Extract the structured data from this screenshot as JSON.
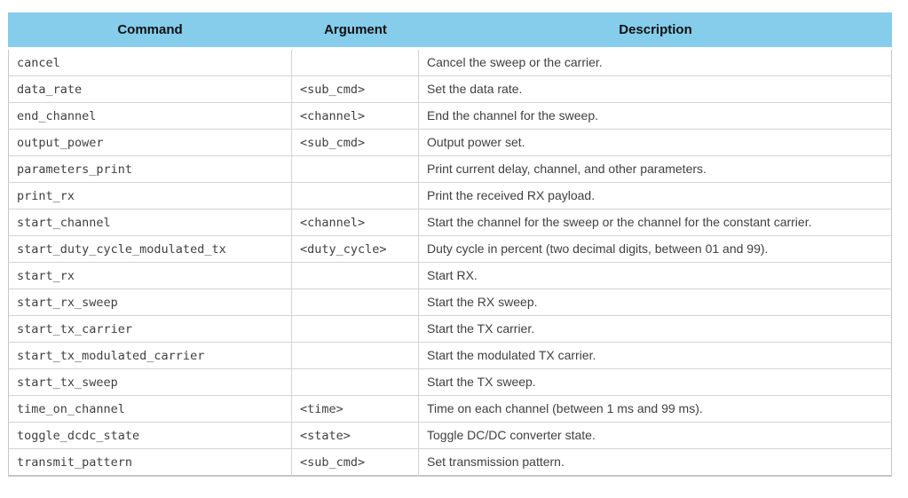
{
  "table": {
    "header_bg": "#85cdeb",
    "border_color": "#d4d4d4",
    "text_color": "#404040",
    "columns": [
      {
        "key": "command",
        "label": "Command"
      },
      {
        "key": "argument",
        "label": "Argument"
      },
      {
        "key": "description",
        "label": "Description"
      }
    ],
    "rows": [
      {
        "command": "cancel",
        "argument": "",
        "description": "Cancel the sweep or the carrier."
      },
      {
        "command": "data_rate",
        "argument": "<sub_cmd>",
        "description": "Set the data rate."
      },
      {
        "command": "end_channel",
        "argument": "<channel>",
        "description": "End the channel for the sweep."
      },
      {
        "command": "output_power",
        "argument": "<sub_cmd>",
        "description": "Output power set."
      },
      {
        "command": "parameters_print",
        "argument": "",
        "description": "Print current delay, channel, and other parameters."
      },
      {
        "command": "print_rx",
        "argument": "",
        "description": "Print the received RX payload."
      },
      {
        "command": "start_channel",
        "argument": "<channel>",
        "description": "Start the channel for the sweep or the channel for the constant carrier."
      },
      {
        "command": "start_duty_cycle_modulated_tx",
        "argument": "<duty_cycle>",
        "description": "Duty cycle in percent (two decimal digits, between 01 and 99)."
      },
      {
        "command": "start_rx",
        "argument": "",
        "description": "Start RX."
      },
      {
        "command": "start_rx_sweep",
        "argument": "",
        "description": "Start the RX sweep."
      },
      {
        "command": "start_tx_carrier",
        "argument": "",
        "description": "Start the TX carrier."
      },
      {
        "command": "start_tx_modulated_carrier",
        "argument": "",
        "description": "Start the modulated TX carrier."
      },
      {
        "command": "start_tx_sweep",
        "argument": "",
        "description": "Start the TX sweep."
      },
      {
        "command": "time_on_channel",
        "argument": "<time>",
        "description": "Time on each channel (between 1 ms and 99 ms)."
      },
      {
        "command": "toggle_dcdc_state",
        "argument": "<state>",
        "description": "Toggle DC/DC converter state."
      },
      {
        "command": "transmit_pattern",
        "argument": "<sub_cmd>",
        "description": "Set transmission pattern."
      }
    ]
  }
}
